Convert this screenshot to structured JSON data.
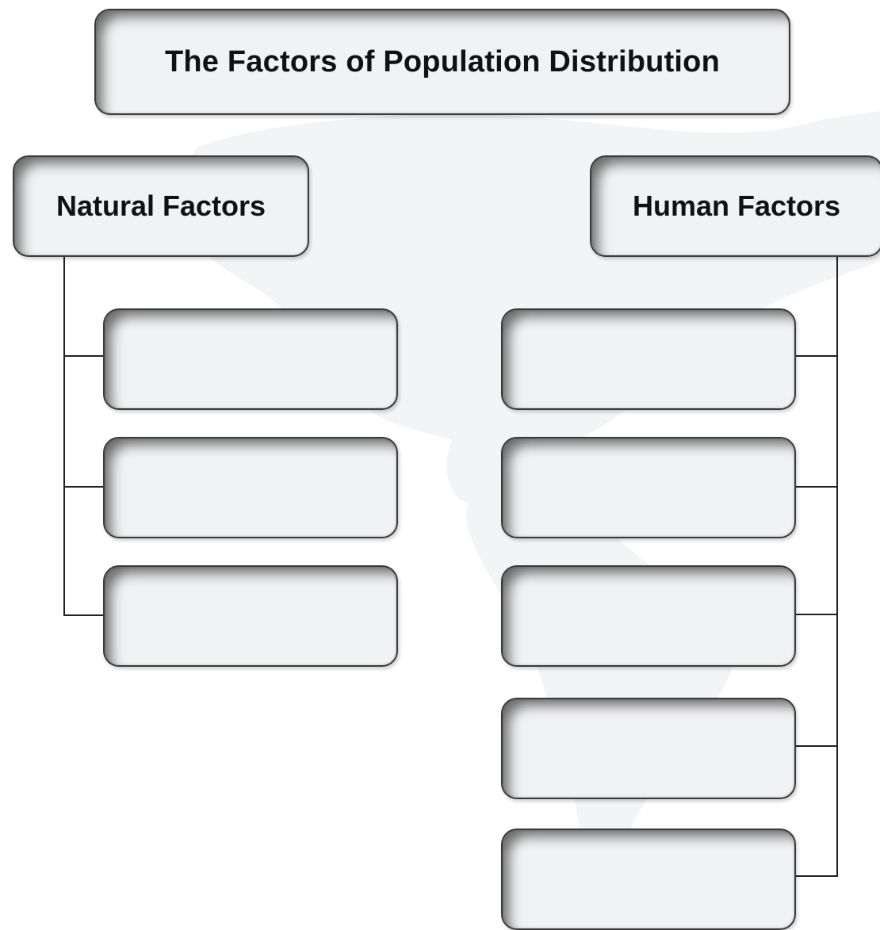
{
  "diagram": {
    "title": "The Factors of Population Distribution",
    "branches": {
      "natural": {
        "label": "Natural Factors",
        "items": [
          "",
          "",
          ""
        ]
      },
      "human": {
        "label": "Human Factors",
        "items": [
          "",
          "",
          "",
          "",
          ""
        ]
      }
    }
  },
  "colors": {
    "box_fill": "#f1f2f3",
    "box_border": "#3a3a3a",
    "connector": "#222222",
    "text": "#111111",
    "map_watermark": "#f3f4f5"
  }
}
